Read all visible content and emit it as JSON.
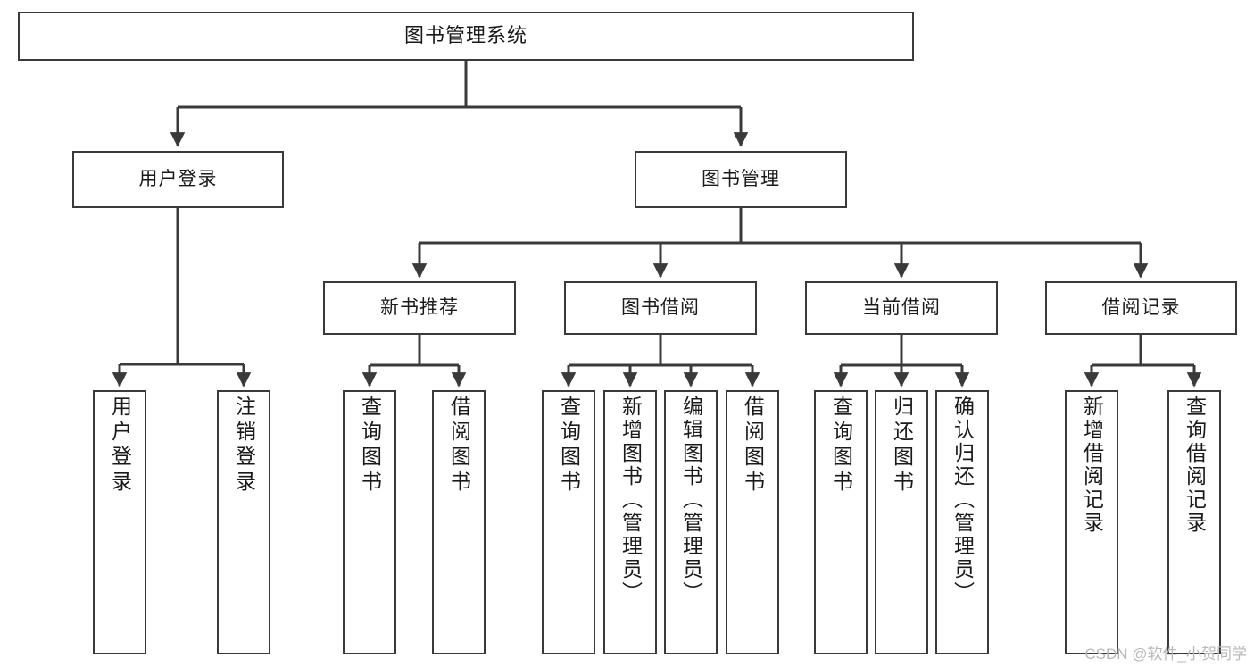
{
  "diagram": {
    "type": "tree",
    "title": "图书管理系统",
    "watermark": "CSDN @软件_小贺同学",
    "colors": {
      "border": "#3a3a3a",
      "line": "#3a3a3a",
      "text": "#1a1a1a",
      "background": "#ffffff",
      "watermark": "#b9b9b9"
    },
    "levels": [
      {
        "level": 1,
        "nodes": [
          "图书管理系统"
        ]
      },
      {
        "level": 2,
        "nodes": [
          "用户登录",
          "图书管理"
        ]
      },
      {
        "level": 3,
        "nodes": [
          "新书推荐",
          "图书借阅",
          "当前借阅",
          "借阅记录"
        ]
      },
      {
        "level": 4,
        "nodes": [
          "用户登录",
          "注销登录",
          "查询图书",
          "借阅图书",
          "查询图书",
          "新增图书（管理员）",
          "编辑图书（管理员）",
          "借阅图书",
          "查询图书",
          "归还图书",
          "确认归还（管理员）",
          "新增借阅记录",
          "查询借阅记录"
        ]
      }
    ],
    "nodes": {
      "root": {
        "label": "图书管理系统"
      },
      "login": {
        "label": "用户登录"
      },
      "bookmgmt": {
        "label": "图书管理"
      },
      "newbook": {
        "label": "新书推荐"
      },
      "borrow": {
        "label": "图书借阅"
      },
      "current": {
        "label": "当前借阅"
      },
      "record": {
        "label": "借阅记录"
      },
      "leaf1": {
        "label": "用户登录"
      },
      "leaf2": {
        "label": "注销登录"
      },
      "leaf3": {
        "label": "查询图书"
      },
      "leaf4": {
        "label": "借阅图书"
      },
      "leaf5": {
        "label": "查询图书"
      },
      "leaf6": {
        "label": "新增图书（管理员）"
      },
      "leaf7": {
        "label": "编辑图书（管理员）"
      },
      "leaf8": {
        "label": "借阅图书"
      },
      "leaf9": {
        "label": "查询图书"
      },
      "leaf10": {
        "label": "归还图书"
      },
      "leaf11": {
        "label": "确认归还（管理员）"
      },
      "leaf12": {
        "label": "新增借阅记录"
      },
      "leaf13": {
        "label": "查询借阅记录"
      }
    },
    "edges": [
      {
        "from": "root",
        "to": "login"
      },
      {
        "from": "root",
        "to": "bookmgmt"
      },
      {
        "from": "login",
        "to": "leaf1"
      },
      {
        "from": "login",
        "to": "leaf2"
      },
      {
        "from": "bookmgmt",
        "to": "newbook"
      },
      {
        "from": "bookmgmt",
        "to": "borrow"
      },
      {
        "from": "bookmgmt",
        "to": "current"
      },
      {
        "from": "bookmgmt",
        "to": "record"
      },
      {
        "from": "newbook",
        "to": "leaf3"
      },
      {
        "from": "newbook",
        "to": "leaf4"
      },
      {
        "from": "borrow",
        "to": "leaf5"
      },
      {
        "from": "borrow",
        "to": "leaf6"
      },
      {
        "from": "borrow",
        "to": "leaf7"
      },
      {
        "from": "borrow",
        "to": "leaf8"
      },
      {
        "from": "current",
        "to": "leaf9"
      },
      {
        "from": "current",
        "to": "leaf10"
      },
      {
        "from": "current",
        "to": "leaf11"
      },
      {
        "from": "record",
        "to": "leaf12"
      },
      {
        "from": "record",
        "to": "leaf13"
      }
    ]
  }
}
